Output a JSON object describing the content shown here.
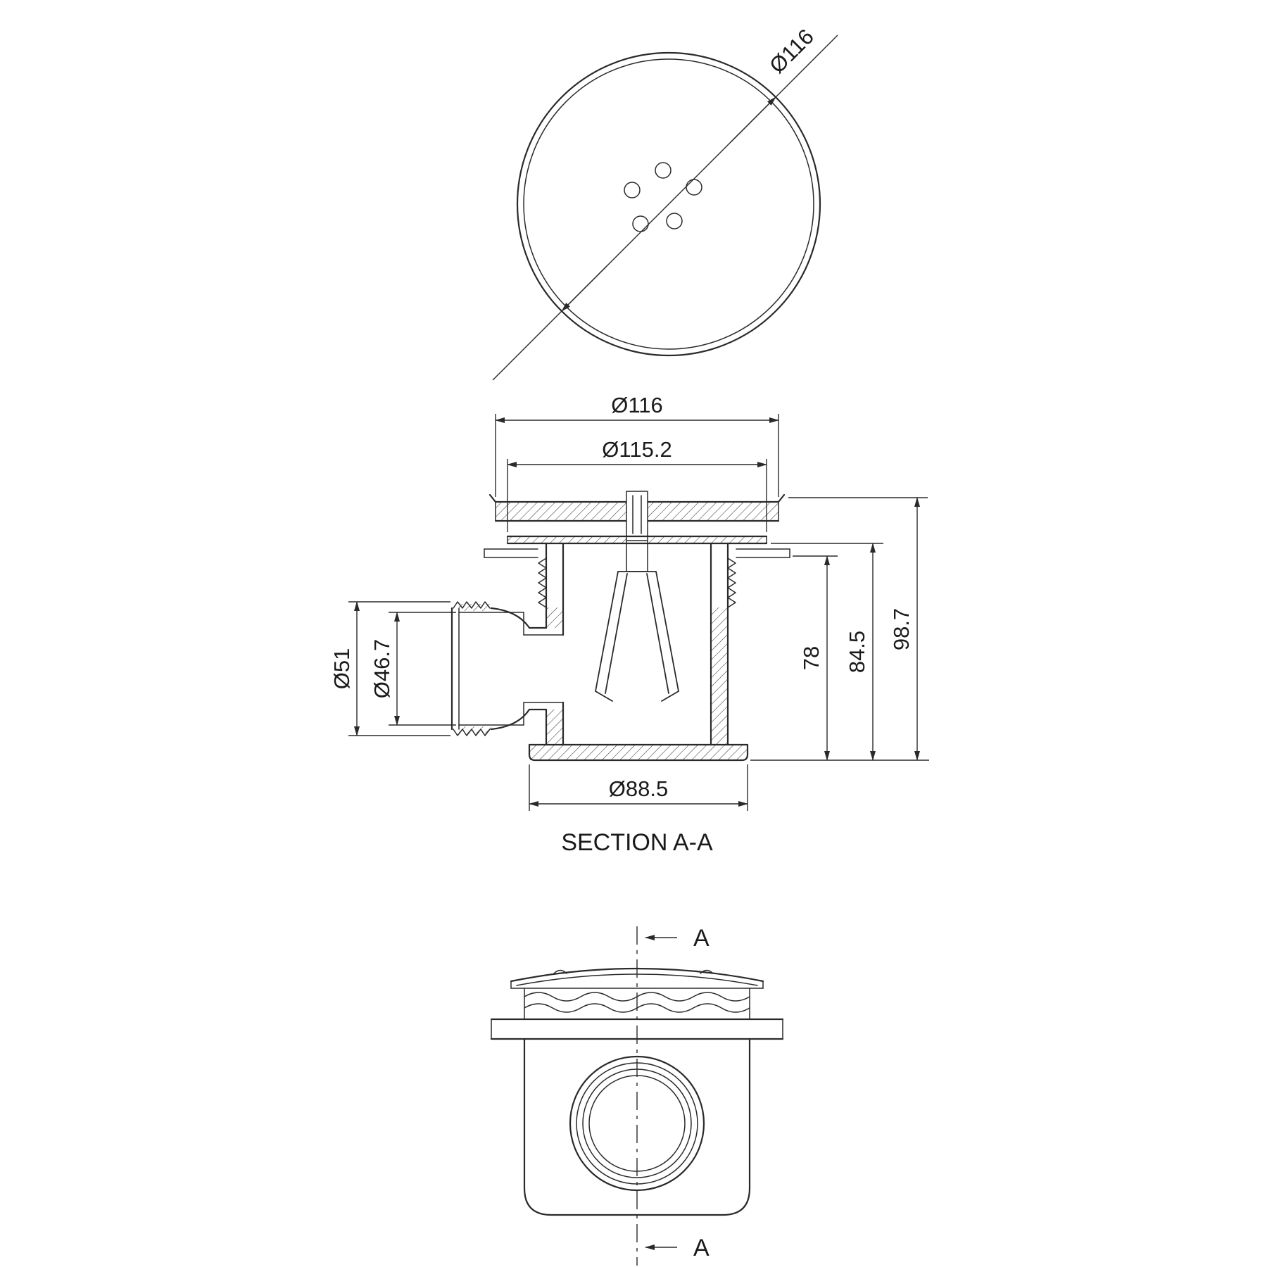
{
  "drawing": {
    "colors": {
      "line": "#2a2a2a",
      "background": "#ffffff"
    },
    "top_view": {
      "diameter_label": "Ø116"
    },
    "section_view": {
      "caption": "SECTION A-A",
      "dims": {
        "cap_outer": "Ø116",
        "cap_inner": "Ø115.2",
        "outlet_outer": "Ø51",
        "outlet_inner": "Ø46.7",
        "inner_height": "78",
        "mid_height": "84.5",
        "overall_height": "98.7",
        "body_diameter": "Ø88.5"
      }
    },
    "side_view": {
      "cut_label_top": "A",
      "cut_label_bottom": "A"
    }
  }
}
